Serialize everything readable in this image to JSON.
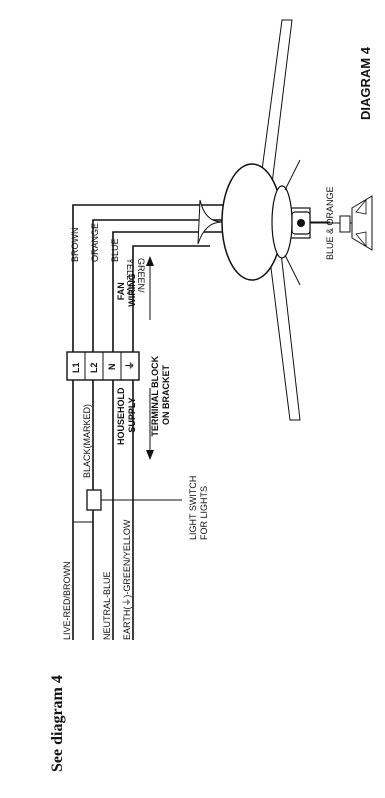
{
  "page_caption": "See diagram 4",
  "diagram": {
    "title": "DIAGRAM 4",
    "household_supply_label": "HOUSEHOLD SUPPLY",
    "fan_wiring_label": "FAN WIRING",
    "supply_wires": {
      "live": "LIVE-RED/BROWN",
      "switched": "BLACK(MARKED)",
      "neutral": "NEUTRAL-BLUE",
      "earth": "EARTH(⏚)-GREEN/YELLOW"
    },
    "light_switch_label": "LIGHT SWITCH FOR LIGHTS",
    "terminal_block_label": "TERMINAL BLOCK ON BRACKET",
    "terminals": [
      "L1",
      "L2",
      "N",
      "⏚"
    ],
    "fan_wires": {
      "brown": "BROWN",
      "orange": "ORANGE",
      "blue": "BLUE",
      "green_yellow": "GREEN/ YELLOW"
    },
    "light_kit_wires": "BLUE & ORANGE"
  }
}
